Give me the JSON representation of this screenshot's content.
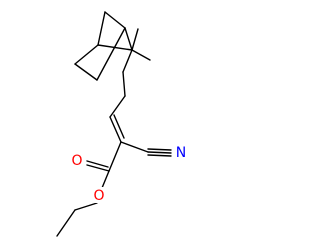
{
  "molecule": {
    "atoms": {
      "oxygen_carbonyl": {
        "symbol": "O",
        "color": "#ff0000"
      },
      "oxygen_ester": {
        "symbol": "O",
        "color": "#ff0000"
      },
      "nitrogen_nitrile": {
        "symbol": "N",
        "color": "#0000ff"
      }
    },
    "bond_color": "#000000"
  }
}
